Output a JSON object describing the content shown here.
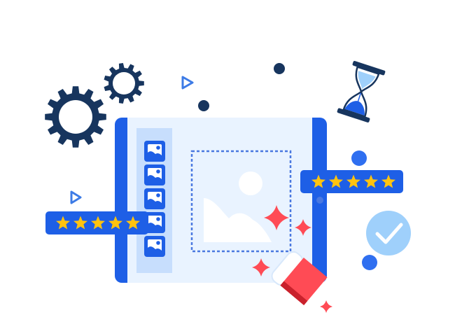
{
  "colors": {
    "navy": "#17355e",
    "blue": "#1e5fe6",
    "blue_mid": "#2f6ff0",
    "panel_bg": "#e9f3ff",
    "sidebar_bg": "#c7defd",
    "tile_bg": "#1e5fe6",
    "image_shape": "#ffffff",
    "star": "#ffc30f",
    "sparkle": "#ff4b55",
    "eraser_red": "#ff4b55",
    "eraser_shadow": "#c9212c",
    "check_circle": "#9fd0fb",
    "outline_blue": "#4a78e0",
    "play_blue": "#3d7be6"
  },
  "rating_left": {
    "stars": 5,
    "max": 5
  },
  "rating_right": {
    "stars": 5,
    "max": 5
  },
  "thumbnails": [
    {
      "icon": "image-icon"
    },
    {
      "icon": "image-icon"
    },
    {
      "icon": "image-icon"
    },
    {
      "icon": "image-icon"
    },
    {
      "icon": "image-icon"
    }
  ],
  "icons": {
    "large_gear": "gear-icon",
    "small_gear": "gear-icon",
    "hourglass": "hourglass-icon",
    "check": "check-circle-icon",
    "eraser": "eraser-icon",
    "play": "play-icon",
    "main_image": "image-placeholder-icon"
  }
}
